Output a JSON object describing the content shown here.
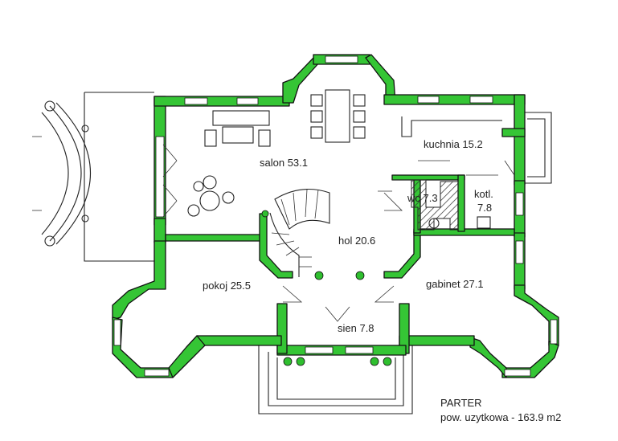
{
  "rooms": {
    "salon": "salon 53.1",
    "kuchnia": "kuchnia 15.2",
    "wc": "wc 7.3",
    "kotl_line1": "kotl.",
    "kotl_line2": "7.8",
    "hol": "hol 20.6",
    "pokoj": "pokoj 25.5",
    "gabinet": "gabinet 27.1",
    "sien": "sien 7.8"
  },
  "caption": {
    "line1": "PARTER",
    "line2": "pow. uzytkowa - 163.9 m2"
  },
  "colors": {
    "wall_fill": "#35c535",
    "outline": "#111111",
    "background": "#ffffff",
    "dot": "#2fbf2f"
  }
}
